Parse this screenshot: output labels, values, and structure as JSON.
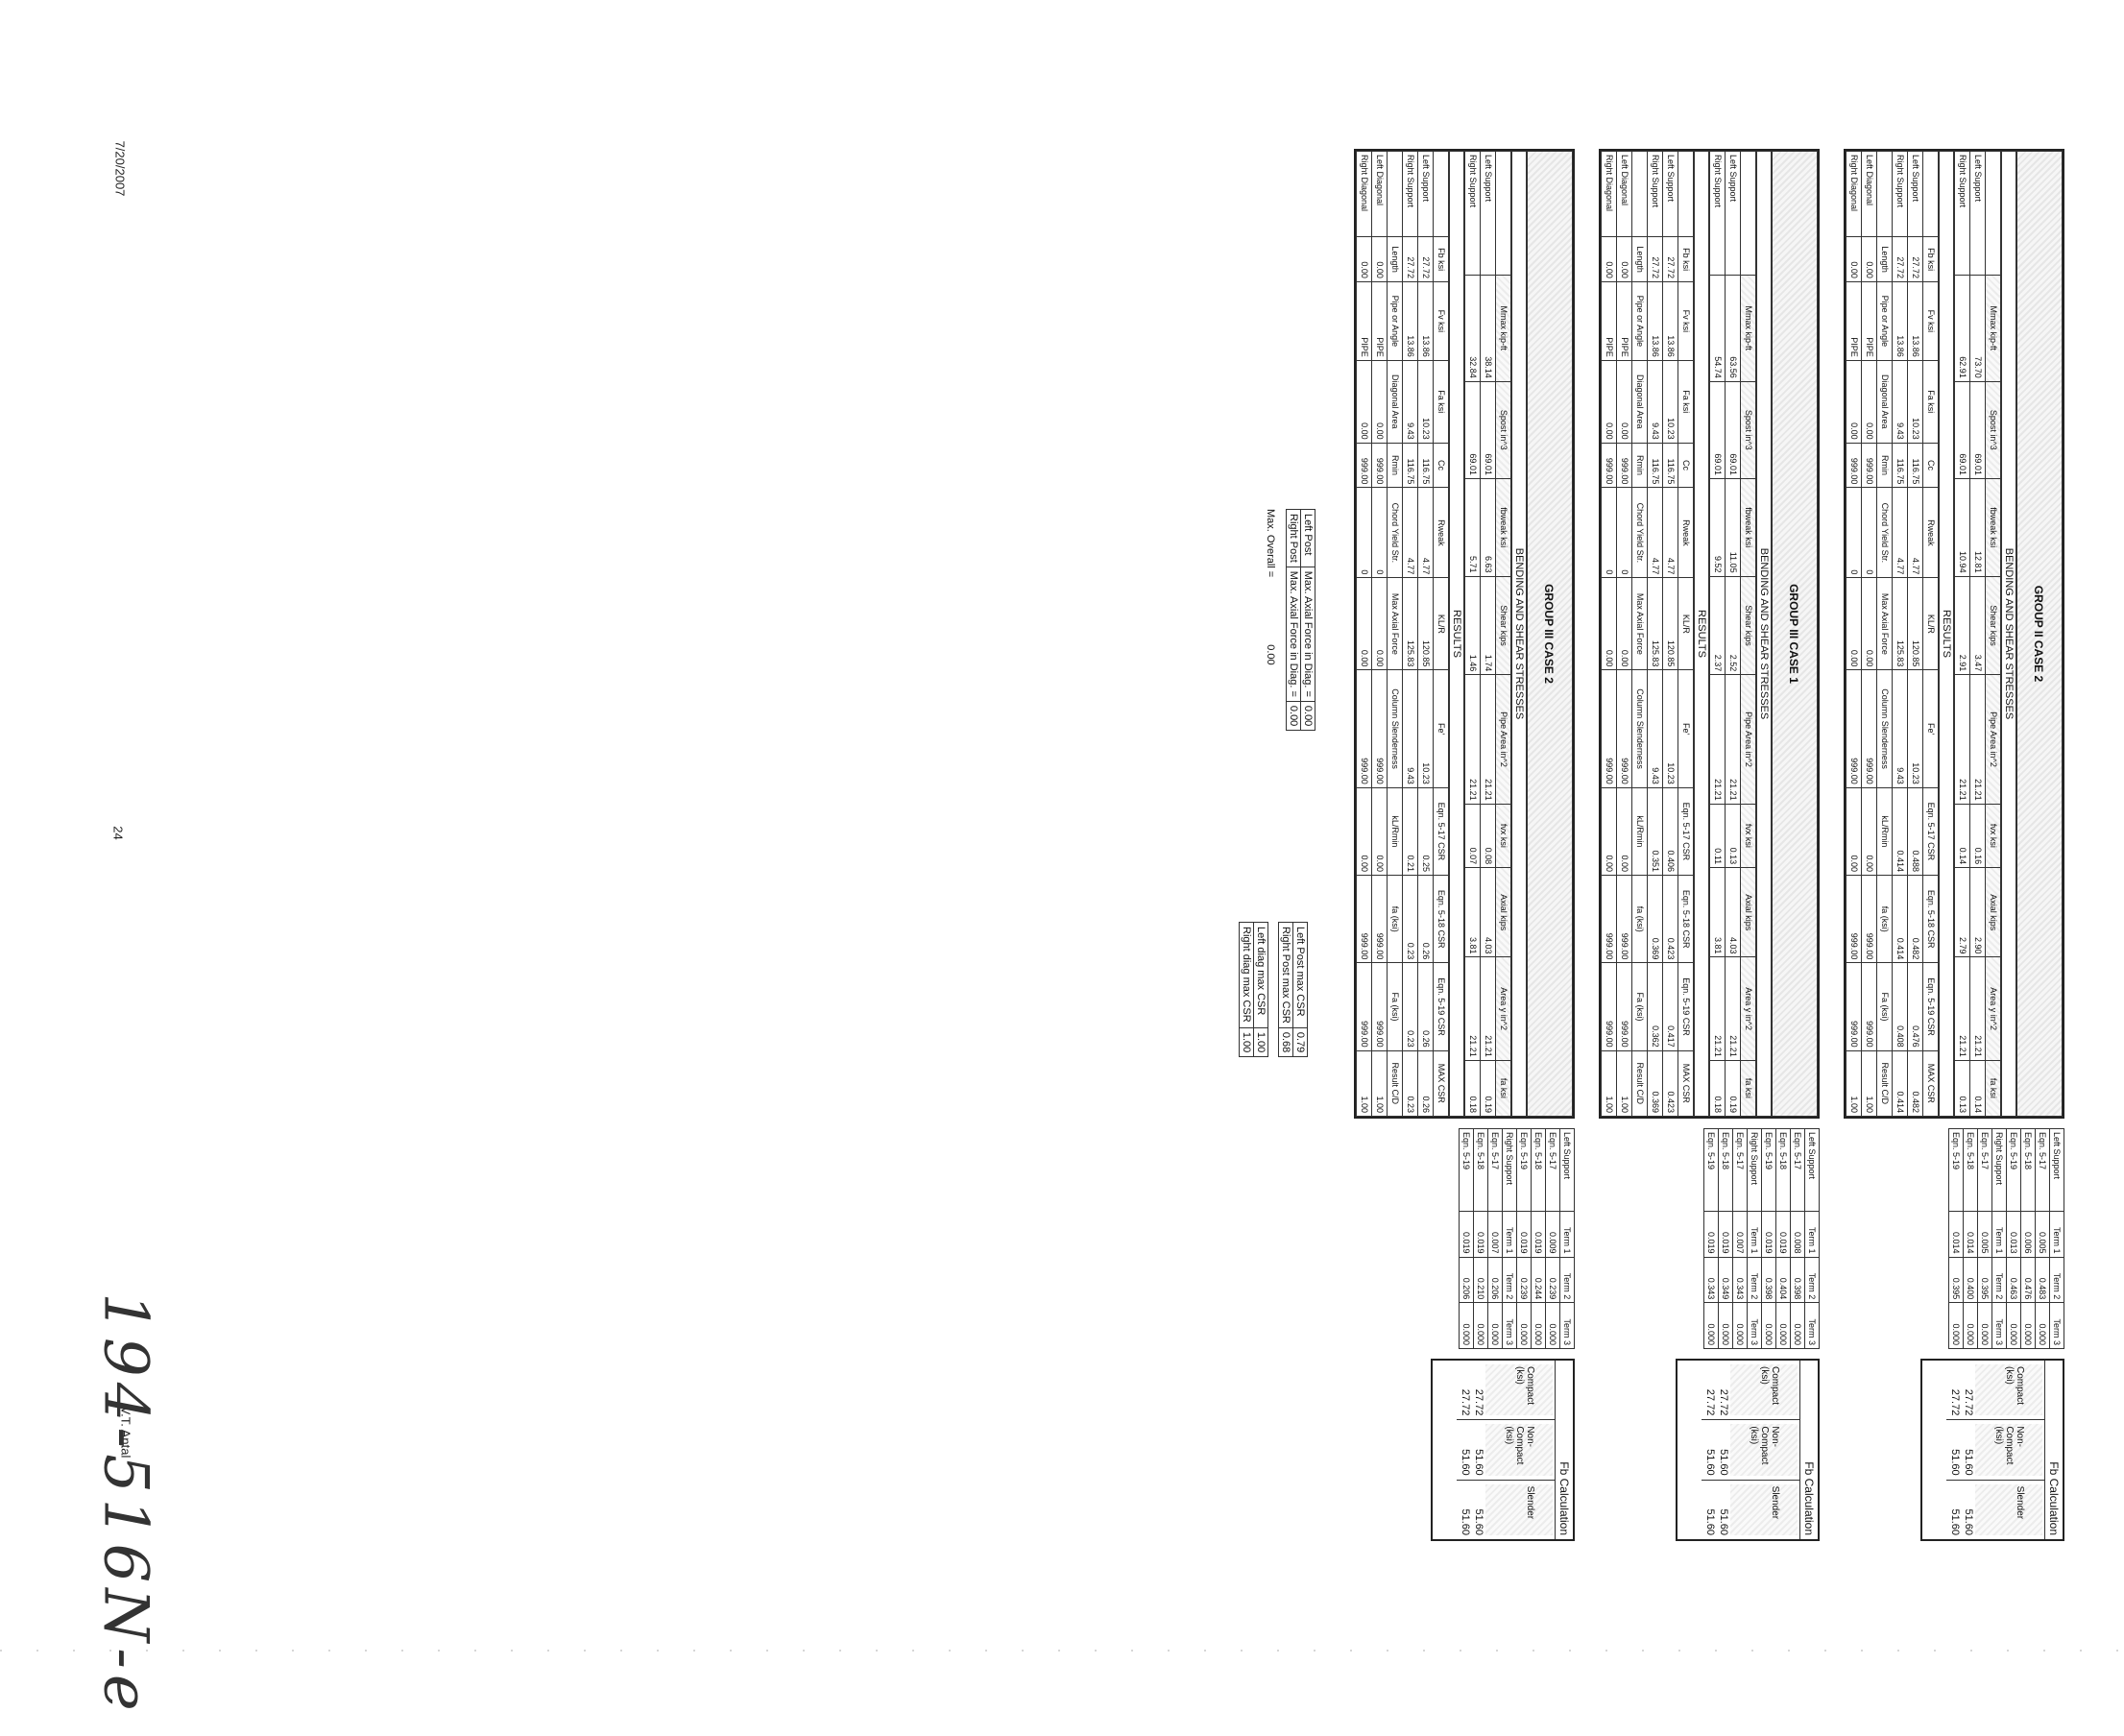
{
  "margin": {
    "date": "7/20/2007",
    "page_number": "24",
    "author": "V.T. Antal",
    "handwritten_note": "194-516N-e"
  },
  "panels": [
    {
      "title": "GROUP II CASE 2",
      "bending_header": "BENDING AND SHEAR STRESSES",
      "bending_cols": [
        "Mmax kip-ft",
        "Spost in^3",
        "fbweak ksi",
        "Shear kips",
        "Pipe Area in^2",
        "fvx ksi",
        "Axial kips",
        "Area y in^2",
        "fa ksi"
      ],
      "bending_rows": [
        {
          "label": "Left Support",
          "values": [
            "73.70",
            "69.01",
            "12.81",
            "3.47",
            "21.21",
            "0.16",
            "2.90",
            "21.21",
            "0.14"
          ]
        },
        {
          "label": "Right Support",
          "values": [
            "62.91",
            "69.01",
            "10.94",
            "2.91",
            "21.21",
            "0.14",
            "2.79",
            "21.21",
            "0.13"
          ]
        }
      ],
      "results_header": "RESULTS",
      "results_cols": [
        "Fb ksi",
        "Fv ksi",
        "Fa ksi",
        "Cc",
        "Rweak",
        "KL/R",
        "Fe'",
        "Eqn. 5-17 CSR",
        "Eqn. 5-18 CSR",
        "Eqn. 5-19 CSR",
        "MAX CSR"
      ],
      "results_rows": [
        {
          "label": "Left Support",
          "values": [
            "27.72",
            "13.86",
            "10.23",
            "116.75",
            "4.77",
            "120.85",
            "10.23",
            "0.488",
            "0.482",
            "0.476",
            "0.482"
          ]
        },
        {
          "label": "Right Support",
          "values": [
            "27.72",
            "13.86",
            "9.43",
            "116.75",
            "4.77",
            "125.83",
            "9.43",
            "0.414",
            "0.414",
            "0.408",
            "0.414"
          ]
        }
      ],
      "diag_cols": [
        "Length",
        "Pipe or Angle",
        "Diagonal Area",
        "Rmin",
        "Chord Yield Str.",
        "Max Axial Force",
        "Column Slenderness",
        "kL/Rmin",
        "fa (ksi)",
        "Fa (ksi)",
        "Result C/D"
      ],
      "diag_rows": [
        {
          "label": "Left Diagonal",
          "values": [
            "0.00",
            "PIPE",
            "0.00",
            "999.00",
            "0",
            "0.00",
            "999.00",
            "0.00",
            "999.00",
            "999.00",
            "1.00"
          ]
        },
        {
          "label": "Right Diagonal",
          "values": [
            "0.00",
            "PIPE",
            "0.00",
            "999.00",
            "0",
            "0.00",
            "999.00",
            "0.00",
            "999.00",
            "999.00",
            "1.00"
          ]
        }
      ],
      "term_table": {
        "header": [
          "",
          "Term 1",
          "Term 2",
          "Term 3"
        ],
        "rows": [
          [
            "Left Support",
            "Term 1",
            "Term 2",
            "Term 3"
          ],
          [
            "Eqn. 5-17",
            "0.005",
            "0.483",
            "0.000"
          ],
          [
            "Eqn. 5-18",
            "0.006",
            "0.476",
            "0.000"
          ],
          [
            "Eqn. 5-19",
            "0.013",
            "0.463",
            "0.000"
          ],
          [
            "Right Support",
            "Term 1",
            "Term 2",
            "Term 3"
          ],
          [
            "Eqn. 5-17",
            "0.005",
            "0.395",
            "0.000"
          ],
          [
            "Eqn. 5-18",
            "0.014",
            "0.400",
            "0.000"
          ],
          [
            "Eqn. 5-19",
            "0.014",
            "0.395",
            "0.000"
          ]
        ]
      },
      "fb_calc": {
        "title": "Fb Calculation",
        "cols": [
          "Compact (ksi)",
          "Non-Compact (ksi)",
          "Slender"
        ],
        "rows": [
          [
            "27.72",
            "51.60",
            "51.60"
          ],
          [
            "27.72",
            "51.60",
            "51.60"
          ]
        ]
      }
    },
    {
      "title": "GROUP III CASE 1",
      "bending_header": "BENDING AND SHEAR STRESSES",
      "bending_cols": [
        "Mmax kip-ft",
        "Spost in^3",
        "fbweak ksi",
        "Shear kips",
        "Pipe Area in^2",
        "fvx ksi",
        "Axial kips",
        "Area y in^2",
        "fa ksi"
      ],
      "bending_rows": [
        {
          "label": "Left Support",
          "values": [
            "63.56",
            "69.01",
            "11.05",
            "2.52",
            "21.21",
            "0.13",
            "4.03",
            "21.21",
            "0.19"
          ]
        },
        {
          "label": "Right Support",
          "values": [
            "54.74",
            "69.01",
            "9.52",
            "2.37",
            "21.21",
            "0.11",
            "3.81",
            "21.21",
            "0.18"
          ]
        }
      ],
      "results_header": "RESULTS",
      "results_cols": [
        "Fb ksi",
        "Fv ksi",
        "Fa ksi",
        "Cc",
        "Rweak",
        "KL/R",
        "Fe'",
        "Eqn. 5-17 CSR",
        "Eqn. 5-18 CSR",
        "Eqn. 5-19 CSR",
        "MAX CSR"
      ],
      "results_rows": [
        {
          "label": "Left Support",
          "values": [
            "27.72",
            "13.86",
            "10.23",
            "116.75",
            "4.77",
            "120.85",
            "10.23",
            "0.406",
            "0.423",
            "0.417",
            "0.423"
          ]
        },
        {
          "label": "Right Support",
          "values": [
            "27.72",
            "13.86",
            "9.43",
            "116.75",
            "4.77",
            "125.83",
            "9.43",
            "0.351",
            "0.369",
            "0.362",
            "0.369"
          ]
        }
      ],
      "diag_cols": [
        "Length",
        "Pipe or Angle",
        "Diagonal Area",
        "Rmin",
        "Chord Yield Str.",
        "Max Axial Force",
        "Column Slenderness",
        "kL/Rmin",
        "fa (ksi)",
        "Fa (ksi)",
        "Result C/D"
      ],
      "diag_rows": [
        {
          "label": "Left Diagonal",
          "values": [
            "0.00",
            "PIPE",
            "0.00",
            "999.00",
            "0",
            "0.00",
            "999.00",
            "0.00",
            "999.00",
            "999.00",
            "1.00"
          ]
        },
        {
          "label": "Right Diagonal",
          "values": [
            "0.00",
            "PIPE",
            "0.00",
            "999.00",
            "0",
            "0.00",
            "999.00",
            "0.00",
            "999.00",
            "999.00",
            "1.00"
          ]
        }
      ],
      "term_table": {
        "header": [
          "",
          "Term 1",
          "Term 2",
          "Term 3"
        ],
        "rows": [
          [
            "Left Support",
            "Term 1",
            "Term 2",
            "Term 3"
          ],
          [
            "Eqn. 5-17",
            "0.008",
            "0.398",
            "0.000"
          ],
          [
            "Eqn. 5-18",
            "0.019",
            "0.404",
            "0.000"
          ],
          [
            "Eqn. 5-19",
            "0.019",
            "0.398",
            "0.000"
          ],
          [
            "Right Support",
            "Term 1",
            "Term 2",
            "Term 3"
          ],
          [
            "Eqn. 5-17",
            "0.007",
            "0.343",
            "0.000"
          ],
          [
            "Eqn. 5-18",
            "0.019",
            "0.349",
            "0.000"
          ],
          [
            "Eqn. 5-19",
            "0.019",
            "0.343",
            "0.000"
          ]
        ]
      },
      "fb_calc": {
        "title": "Fb Calculation",
        "cols": [
          "Compact (ksi)",
          "Non-Compact (ksi)",
          "Slender"
        ],
        "rows": [
          [
            "27.72",
            "51.60",
            "51.60"
          ],
          [
            "27.72",
            "51.60",
            "51.60"
          ]
        ]
      }
    },
    {
      "title": "GROUP III CASE 2",
      "bending_header": "BENDING AND SHEAR STRESSES",
      "bending_cols": [
        "Mmax kip-ft",
        "Spost in^3",
        "fbweak ksi",
        "Shear kips",
        "Pipe Area in^2",
        "fvx ksi",
        "Axial kips",
        "Area y in^2",
        "fa ksi"
      ],
      "bending_rows": [
        {
          "label": "Left Support",
          "values": [
            "38.14",
            "69.01",
            "6.63",
            "1.74",
            "21.21",
            "0.08",
            "4.03",
            "21.21",
            "0.19"
          ]
        },
        {
          "label": "Right Support",
          "values": [
            "32.84",
            "69.01",
            "5.71",
            "1.46",
            "21.21",
            "0.07",
            "3.81",
            "21.21",
            "0.18"
          ]
        }
      ],
      "results_header": "RESULTS",
      "results_cols": [
        "Fb ksi",
        "Fv ksi",
        "Fa ksi",
        "Cc",
        "Rweak",
        "KL/R",
        "Fe'",
        "Eqn. 5-17 CSR",
        "Eqn. 5-18 CSR",
        "Eqn. 5-19 CSR",
        "MAX CSR"
      ],
      "results_rows": [
        {
          "label": "Left Support",
          "values": [
            "27.72",
            "13.86",
            "10.23",
            "116.75",
            "4.77",
            "120.85",
            "10.23",
            "0.25",
            "0.26",
            "0.26",
            "0.26"
          ]
        },
        {
          "label": "Right Support",
          "values": [
            "27.72",
            "13.86",
            "9.43",
            "116.75",
            "4.77",
            "125.83",
            "9.43",
            "0.21",
            "0.23",
            "0.23",
            "0.23"
          ]
        }
      ],
      "diag_cols": [
        "Length",
        "Pipe or Angle",
        "Diagonal Area",
        "Rmin",
        "Chord Yield Str.",
        "Max Axial Force",
        "Column Slenderness",
        "kL/Rmin",
        "fa (ksi)",
        "Fa (ksi)",
        "Result C/D"
      ],
      "diag_rows": [
        {
          "label": "Left Diagonal",
          "values": [
            "0.00",
            "PIPE",
            "0.00",
            "999.00",
            "0",
            "0.00",
            "999.00",
            "0.00",
            "999.00",
            "999.00",
            "1.00"
          ]
        },
        {
          "label": "Right Diagonal",
          "values": [
            "0.00",
            "PIPE",
            "0.00",
            "999.00",
            "0",
            "0.00",
            "999.00",
            "0.00",
            "999.00",
            "999.00",
            "1.00"
          ]
        }
      ],
      "term_table": {
        "header": [
          "",
          "Term 1",
          "Term 2",
          "Term 3"
        ],
        "rows": [
          [
            "Left Support",
            "Term 1",
            "Term 2",
            "Term 3"
          ],
          [
            "Eqn. 5-17",
            "0.009",
            "0.239",
            "0.000"
          ],
          [
            "Eqn. 5-18",
            "0.019",
            "0.244",
            "0.000"
          ],
          [
            "Eqn. 5-19",
            "0.019",
            "0.239",
            "0.000"
          ],
          [
            "Right Support",
            "Term 1",
            "Term 2",
            "Term 3"
          ],
          [
            "Eqn. 5-17",
            "0.007",
            "0.206",
            "0.000"
          ],
          [
            "Eqn. 5-18",
            "0.019",
            "0.210",
            "0.000"
          ],
          [
            "Eqn. 5-19",
            "0.019",
            "0.206",
            "0.000"
          ]
        ]
      },
      "fb_calc": {
        "title": "Fb Calculation",
        "cols": [
          "Compact (ksi)",
          "Non-Compact (ksi)",
          "Slender"
        ],
        "rows": [
          [
            "27.72",
            "51.60",
            "51.60"
          ],
          [
            "27.72",
            "51.60",
            "51.60"
          ]
        ]
      }
    }
  ],
  "summary": {
    "axial_rows": [
      {
        "label": "Left Post",
        "desc": "Max. Axial Force in Diag. =",
        "value": "0.00"
      },
      {
        "label": "Right Post",
        "desc": "Max. Axial Force in Diag. =",
        "value": "0.00"
      }
    ],
    "max_overall_label": "Max. Overall =",
    "max_overall_value": "0.00",
    "csr_rows": [
      {
        "label": "Left Post max CSR",
        "value": "0.79"
      },
      {
        "label": "Right Post max CSR",
        "value": "0.68"
      },
      {
        "label": "Left diag max CSR",
        "value": "1.00"
      },
      {
        "label": "Right diag max CSR",
        "value": "1.00"
      }
    ]
  }
}
